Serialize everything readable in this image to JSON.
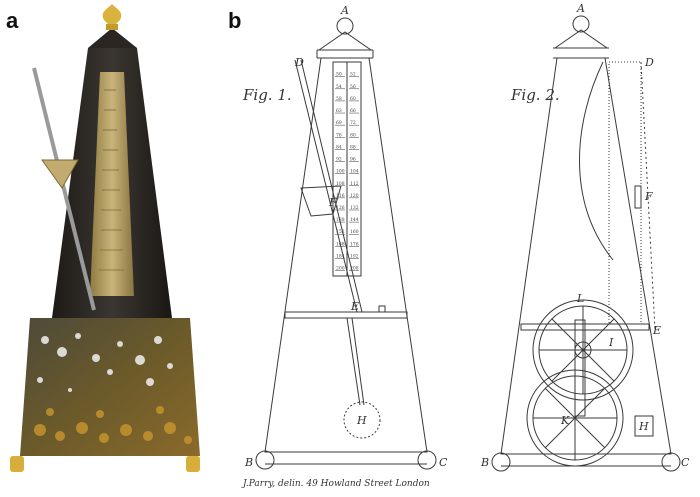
{
  "panels": {
    "a": "a",
    "b": "b"
  },
  "figure": {
    "fig1_label": "Fig. 1.",
    "fig2_label": "Fig. 2.",
    "fig1_letters": [
      "A",
      "D",
      "F",
      "E",
      "H",
      "B",
      "C"
    ],
    "fig2_letters": [
      "A",
      "D",
      "F",
      "L",
      "E",
      "I",
      "K",
      "H",
      "B",
      "C"
    ],
    "scale_marks": [
      "50",
      "52",
      "54",
      "56",
      "58",
      "60",
      "63",
      "66",
      "69",
      "72",
      "76",
      "80",
      "84",
      "88",
      "92",
      "96",
      "100",
      "104",
      "108",
      "112",
      "116",
      "120",
      "126",
      "132",
      "138",
      "144",
      "152",
      "160",
      "168",
      "176",
      "184",
      "192",
      "200",
      "208"
    ],
    "caption": "J.Parry, delin.  49 Howland Street  London"
  },
  "colors": {
    "metronome_body": "#2a2622",
    "brass": "#b8a264",
    "finial": "#d8b13b",
    "tortoiseshell": "#6e5a2e",
    "ink": "#3a3a3a"
  }
}
